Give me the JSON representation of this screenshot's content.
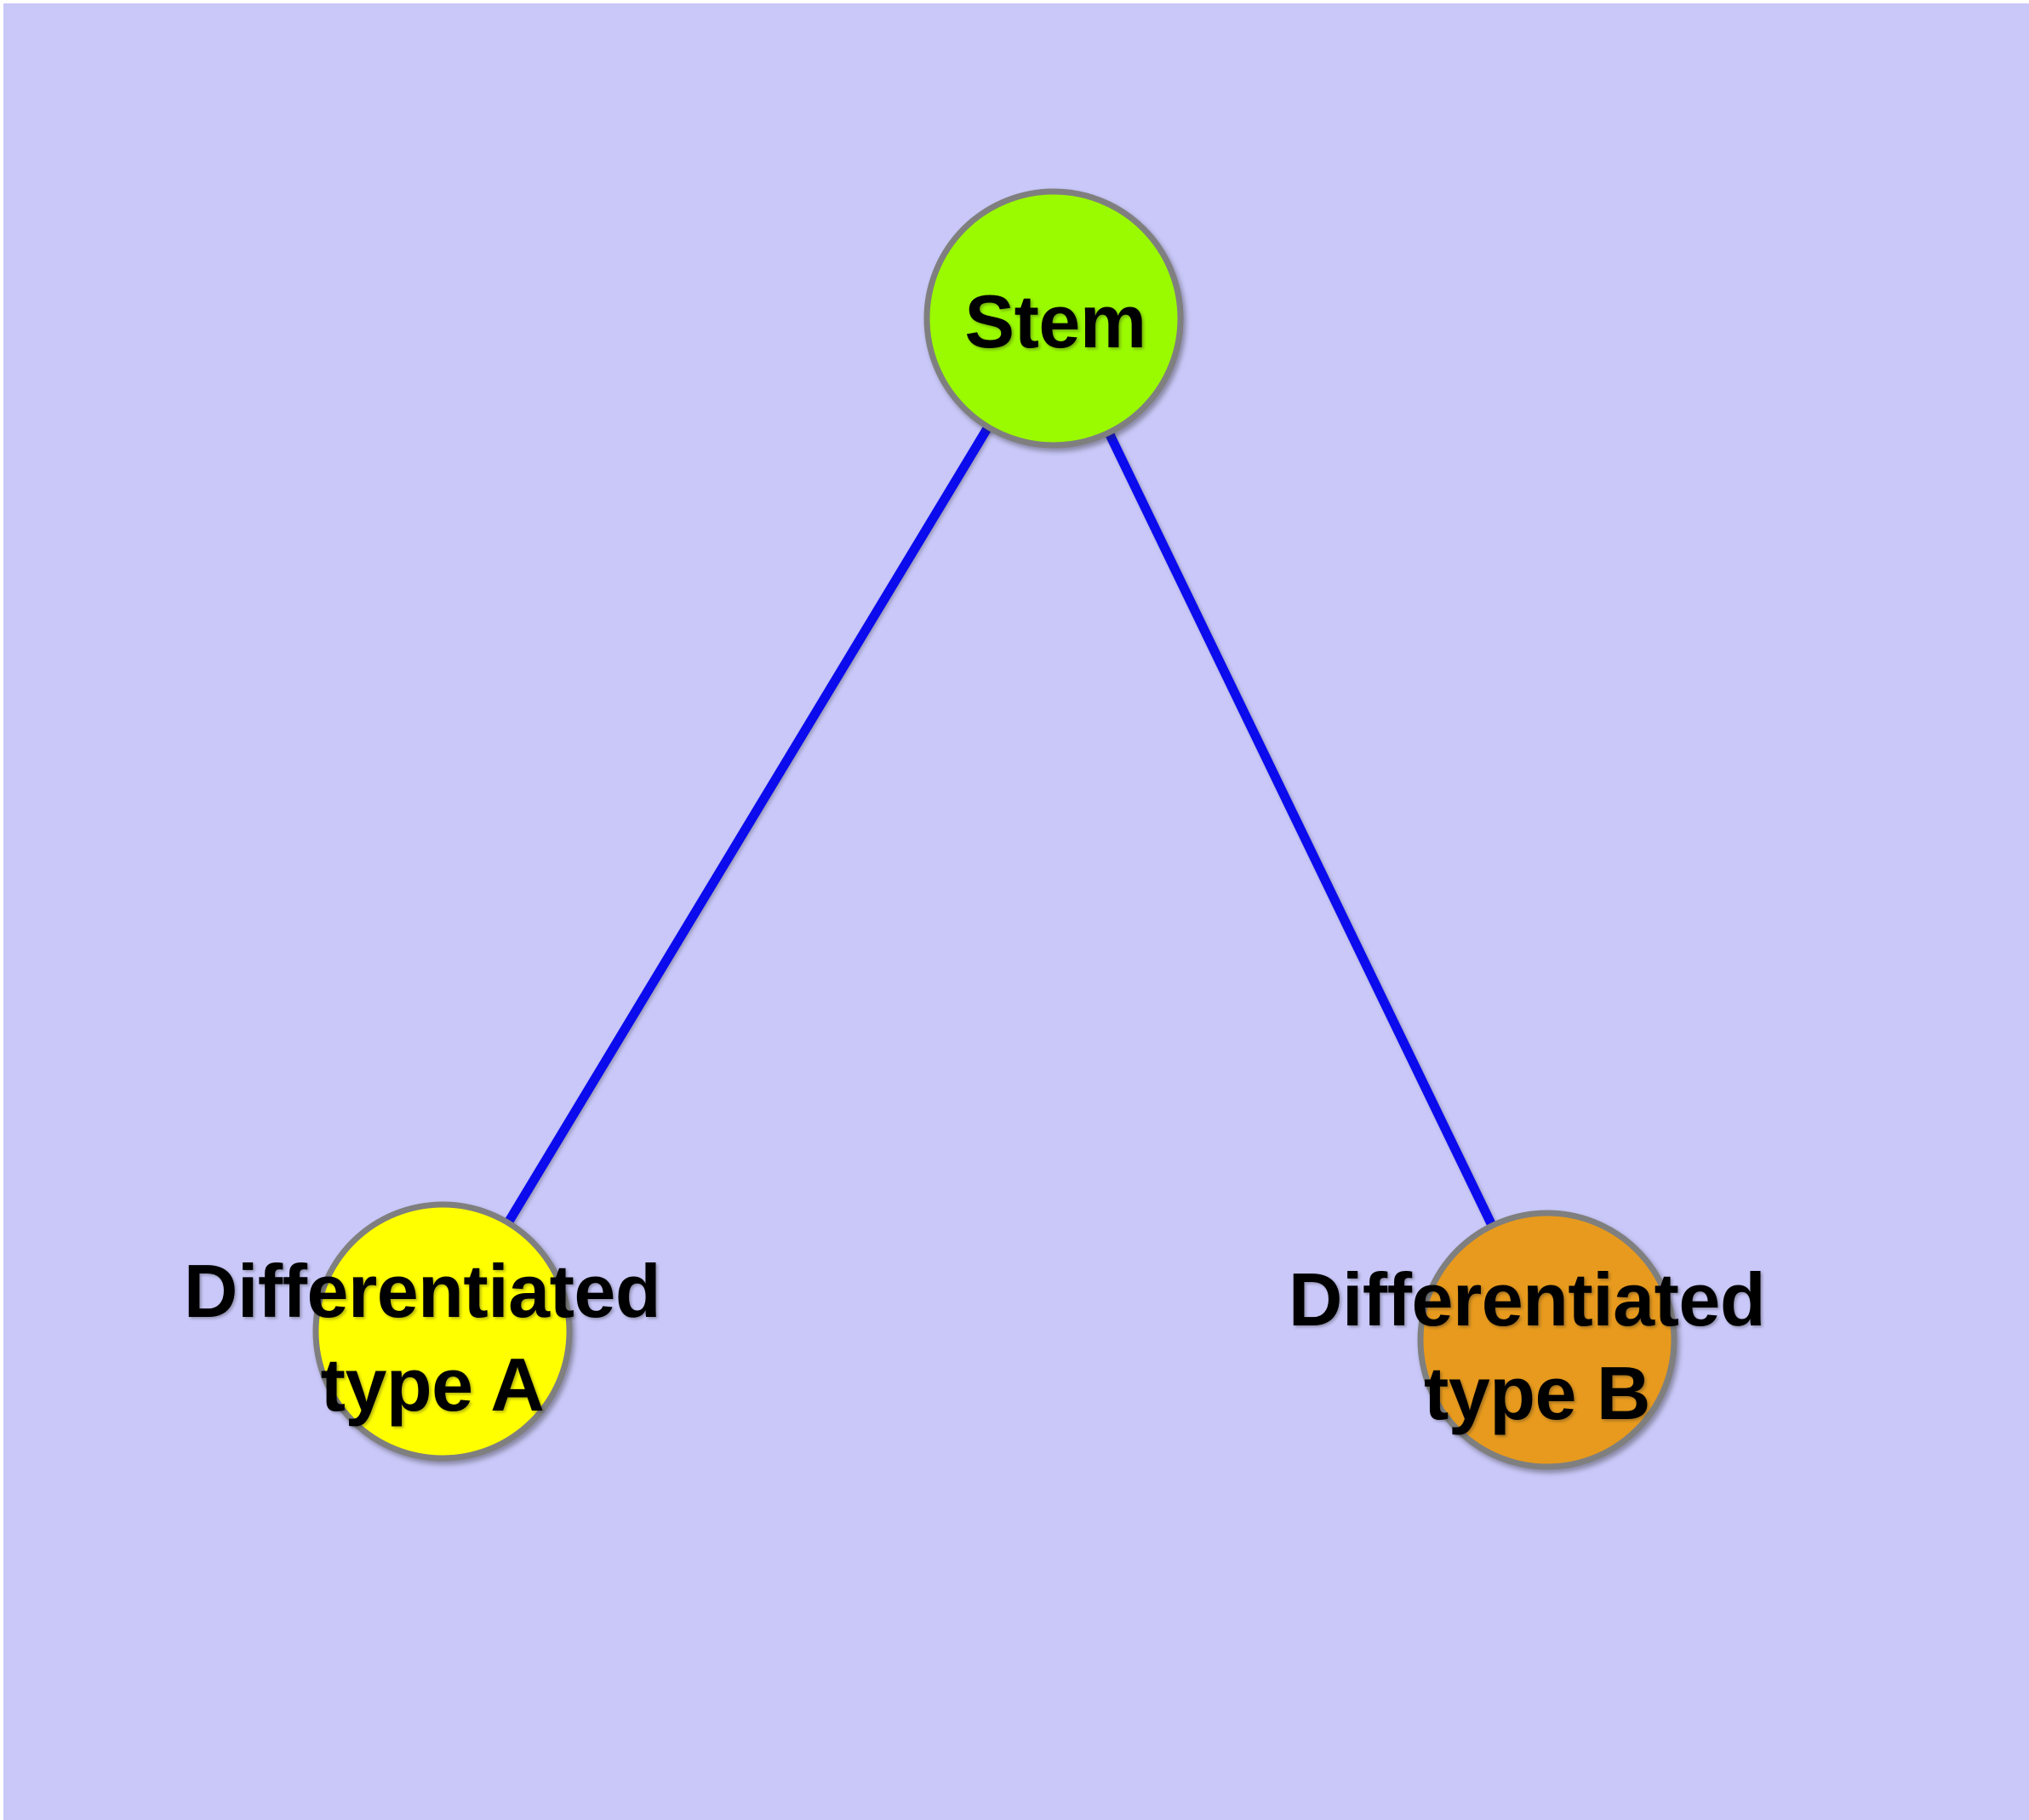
{
  "diagram": {
    "type": "graph",
    "description": "Cell differentiation tree: a stem node connected to two differentiated cell type nodes",
    "background_color": "#c9c8f8",
    "edge_color": "#0b0bee",
    "node_border_color": "#7f7f7f",
    "label_color": "#000000",
    "nodes": [
      {
        "id": "stem",
        "label": "Stem",
        "label_line1": "Stem",
        "label_line2": "",
        "color": "#9afa00"
      },
      {
        "id": "differentiated-type-a",
        "label": "Differentiated type A",
        "label_line1": "Differentiated",
        "label_line2": "type A",
        "color": "#ffff00"
      },
      {
        "id": "differentiated-type-b",
        "label": "Differentiated type B",
        "label_line1": "Differentiated",
        "label_line2": "type B",
        "color": "#e79a1d"
      }
    ],
    "edges": [
      {
        "from": "Stem",
        "to": "Differentiated type A"
      },
      {
        "from": "Stem",
        "to": "Differentiated type B"
      }
    ]
  }
}
